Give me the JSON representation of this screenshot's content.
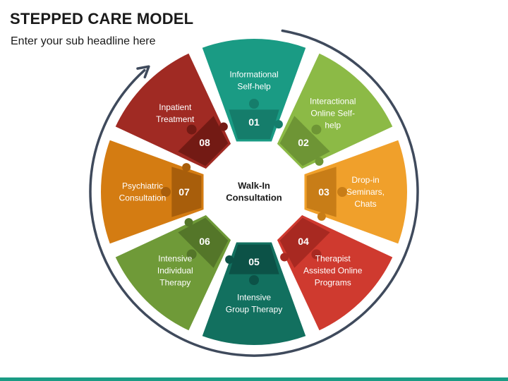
{
  "title": "STEPPED CARE MODEL",
  "subtitle": "Enter your sub headline here",
  "center": {
    "lines": [
      "Walk-In",
      "Consultation"
    ]
  },
  "colors": {
    "cycle_arrow": "#3f4a5c",
    "bottom_bar": "#1a9b84"
  },
  "steps": [
    {
      "number": "01",
      "lines": [
        "Informational",
        "Self-help"
      ],
      "color": "#1a9b84",
      "piece_color": "#157d6b"
    },
    {
      "number": "02",
      "lines": [
        "Interactional",
        "Online Self-",
        "help"
      ],
      "color": "#8cba46",
      "piece_color": "#6e9535"
    },
    {
      "number": "03",
      "lines": [
        "Drop-in",
        "Seminars,",
        "Chats"
      ],
      "color": "#f0a02b",
      "piece_color": "#c87d17"
    },
    {
      "number": "04",
      "lines": [
        "Therapist",
        "Assisted Online",
        "Programs"
      ],
      "color": "#cf3a2f",
      "piece_color": "#a82921"
    },
    {
      "number": "05",
      "lines": [
        "Intensive",
        "Group Therapy"
      ],
      "color": "#12705f",
      "piece_color": "#0c5247"
    },
    {
      "number": "06",
      "lines": [
        "Intensive",
        "Individual",
        "Therapy"
      ],
      "color": "#6f9a38",
      "piece_color": "#547629"
    },
    {
      "number": "07",
      "lines": [
        "Psychiatric",
        "Consultation"
      ],
      "color": "#d47c12",
      "piece_color": "#a85e0b"
    },
    {
      "number": "08",
      "lines": [
        "Inpatient",
        "Treatment"
      ],
      "color": "#a02a23",
      "piece_color": "#731a14"
    }
  ]
}
